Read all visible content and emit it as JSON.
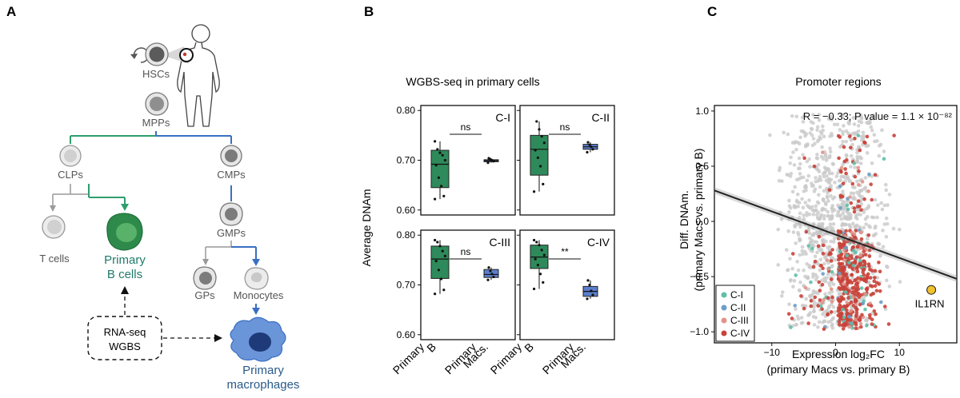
{
  "panels": {
    "a": {
      "letter": "A",
      "labels": {
        "hscs": "HSCs",
        "mpps": "MPPs",
        "clps": "CLPs",
        "cmps": "CMPs",
        "t_cells": "T cells",
        "primary_b_1": "Primary",
        "primary_b_2": "B cells",
        "gmps": "GMPs",
        "gps": "GPs",
        "monocytes": "Monocytes",
        "rnaseq": "RNA-seq",
        "wgbs": "WGBS",
        "primary_mac_1": "Primary",
        "primary_mac_2": "macrophages"
      },
      "colors": {
        "lymphoid": "#2e9e6e",
        "myeloid": "#3a6fc4",
        "b_text": "#1f7a6a",
        "mac_text": "#2a5a8a"
      }
    },
    "b": {
      "letter": "B",
      "title": "WGBS-seq in primary cells",
      "ylabel": "Average DNAm",
      "x_labels": [
        "Primary\nB",
        "Primary\nMacs."
      ]
    },
    "c": {
      "letter": "C",
      "title": "Promoter regions",
      "ylabel_1": "Diff. DNAm.",
      "ylabel_2": "(primary Macs vs. primary B)",
      "xlabel_1": "Expression log₂FC",
      "xlabel_2": "(primary Macs vs. primary B)",
      "stat_text": "R = −0.33; P value = 1.1 × 10⁻⁸²",
      "highlight_gene": "IL1RN"
    }
  },
  "chart_data": [
    {
      "type": "box",
      "panel": "B",
      "title": "WGBS-seq in primary cells",
      "ylabel": "Average DNAm",
      "ylim": [
        0.59,
        0.81
      ],
      "yticks": [
        0.6,
        0.7,
        0.8
      ],
      "categories": [
        "Primary B",
        "Primary Macs."
      ],
      "colors": [
        "#2e8a5a",
        "#5b7fcc"
      ],
      "facets": [
        {
          "name": "C-I",
          "significance": "ns",
          "boxes": [
            {
              "q1": 0.645,
              "median": 0.692,
              "q3": 0.72,
              "min": 0.622,
              "max": 0.738,
              "points": [
                0.622,
                0.628,
                0.648,
                0.665,
                0.69,
                0.7,
                0.71,
                0.715,
                0.722,
                0.738
              ]
            },
            {
              "q1": 0.697,
              "median": 0.699,
              "q3": 0.701,
              "min": 0.695,
              "max": 0.704,
              "points": [
                0.695,
                0.698,
                0.7,
                0.702,
                0.704
              ]
            }
          ]
        },
        {
          "name": "C-II",
          "significance": "ns",
          "boxes": [
            {
              "q1": 0.67,
              "median": 0.722,
              "q3": 0.75,
              "min": 0.637,
              "max": 0.778,
              "points": [
                0.637,
                0.652,
                0.688,
                0.705,
                0.72,
                0.735,
                0.748,
                0.762,
                0.778
              ]
            },
            {
              "q1": 0.722,
              "median": 0.727,
              "q3": 0.732,
              "min": 0.716,
              "max": 0.736,
              "points": [
                0.716,
                0.722,
                0.727,
                0.731,
                0.736
              ]
            }
          ]
        },
        {
          "name": "C-III",
          "significance": "ns",
          "boxes": [
            {
              "q1": 0.713,
              "median": 0.752,
              "q3": 0.778,
              "min": 0.682,
              "max": 0.79,
              "points": [
                0.682,
                0.69,
                0.712,
                0.73,
                0.748,
                0.758,
                0.768,
                0.778,
                0.786,
                0.79
              ]
            },
            {
              "q1": 0.715,
              "median": 0.721,
              "q3": 0.731,
              "min": 0.71,
              "max": 0.735,
              "points": [
                0.71,
                0.716,
                0.722,
                0.728,
                0.735
              ]
            }
          ]
        },
        {
          "name": "C-IV",
          "significance": "**",
          "boxes": [
            {
              "q1": 0.733,
              "median": 0.756,
              "q3": 0.78,
              "min": 0.692,
              "max": 0.79,
              "points": [
                0.692,
                0.705,
                0.722,
                0.74,
                0.752,
                0.76,
                0.77,
                0.78,
                0.786,
                0.79
              ]
            },
            {
              "q1": 0.677,
              "median": 0.687,
              "q3": 0.697,
              "min": 0.672,
              "max": 0.709,
              "points": [
                0.672,
                0.68,
                0.688,
                0.7,
                0.709
              ]
            }
          ]
        }
      ]
    },
    {
      "type": "scatter",
      "panel": "C",
      "title": "Promoter regions",
      "xlabel": "Expression log₂FC (primary Macs vs. primary B)",
      "ylabel": "Diff. DNAm. (primary Macs vs. primary B)",
      "xlim": [
        -19,
        19
      ],
      "ylim": [
        -1.1,
        1.05
      ],
      "xticks": [
        -10,
        0,
        10
      ],
      "yticks": [
        -1.0,
        -0.5,
        0.0,
        0.5,
        1.0
      ],
      "regression": {
        "x": [
          -19,
          19
        ],
        "y": [
          0.28,
          -0.52
        ]
      },
      "legend": {
        "position": "bottom-left",
        "entries": [
          {
            "label": "C-I",
            "color": "#5fbfa8"
          },
          {
            "label": "C-II",
            "color": "#6b9ec9"
          },
          {
            "label": "C-III",
            "color": "#e0948a"
          },
          {
            "label": "C-IV",
            "color": "#c9433a"
          }
        ]
      },
      "highlight": {
        "label": "IL1RN",
        "x": 15,
        "y": -0.62,
        "color": "#f2c12e"
      },
      "background_color": "#c9c9c9"
    }
  ]
}
